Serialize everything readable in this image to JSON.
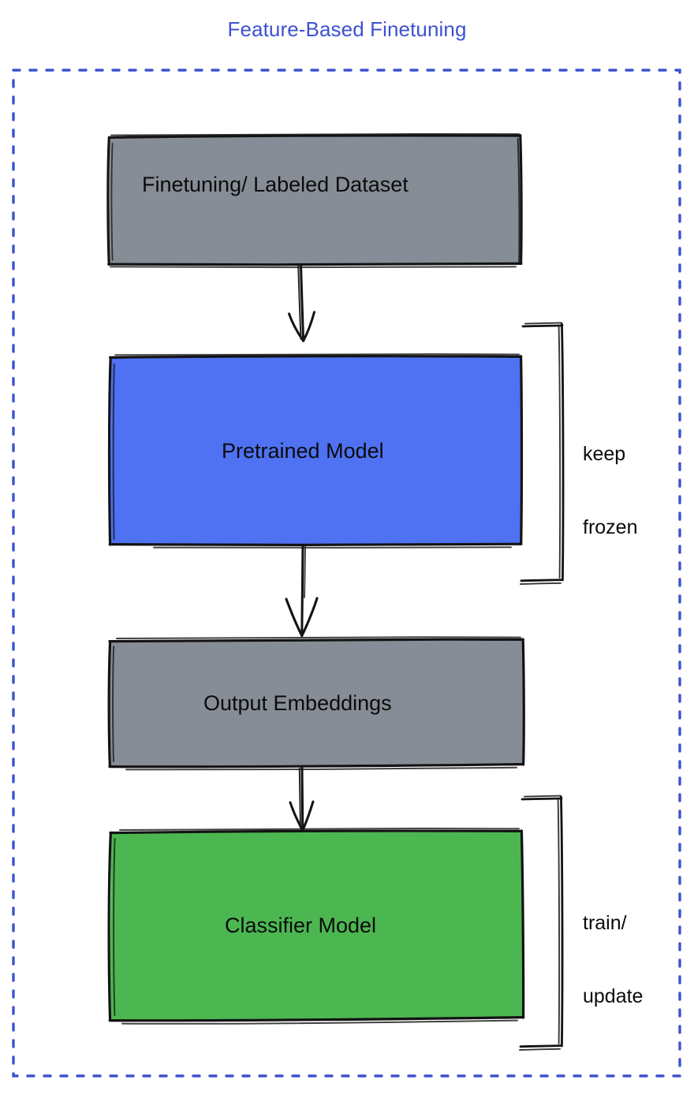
{
  "title": "Feature-Based Finetuning",
  "colors": {
    "title": "#3d52cf",
    "frame_dashed": "#3d52cf",
    "gray_fill": "#878d96",
    "blue_fill": "#4f72f2",
    "green_fill": "#4cb751",
    "stroke": "#131313",
    "background": "#ffffff",
    "text": "#0b0b0b"
  },
  "frame": {
    "style": "dashed",
    "label": "feature-based-finetuning-frame"
  },
  "nodes": [
    {
      "id": "finetuning-dataset",
      "label": "Finetuning/ Labeled Dataset",
      "fill": "#878d96",
      "shape": "rectangle"
    },
    {
      "id": "pretrained-model",
      "label": "Pretrained Model",
      "fill": "#4f72f2",
      "shape": "rectangle"
    },
    {
      "id": "output-embeddings",
      "label": "Output Embeddings",
      "fill": "#878d96",
      "shape": "rectangle"
    },
    {
      "id": "classifier-model",
      "label": "Classifier Model",
      "fill": "#4cb751",
      "shape": "rectangle"
    }
  ],
  "edges": [
    {
      "id": "edge-dataset-to-pretrained",
      "from": "finetuning-dataset",
      "to": "pretrained-model",
      "arrow": "down"
    },
    {
      "id": "edge-pretrained-to-embeddings",
      "from": "pretrained-model",
      "to": "output-embeddings",
      "arrow": "down"
    },
    {
      "id": "edge-embeddings-to-classifier",
      "from": "output-embeddings",
      "to": "classifier-model",
      "arrow": "down"
    }
  ],
  "annotations": [
    {
      "id": "keep-frozen",
      "label_line1": "keep",
      "label_line2": "frozen",
      "label": "keep frozen",
      "targets": "pretrained-model"
    },
    {
      "id": "train-update",
      "label_line1": "train/",
      "label_line2": "update",
      "label": "train/ update",
      "targets": "classifier-model"
    }
  ]
}
